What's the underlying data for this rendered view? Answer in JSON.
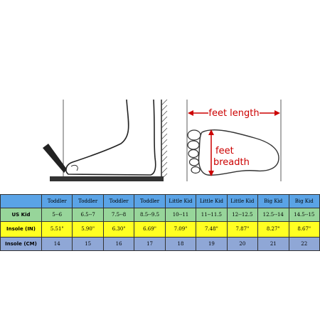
{
  "diagram": {
    "feet_length_label": "feet length",
    "feet_breadth_label_line1": "feet",
    "feet_breadth_label_line2": "breadth",
    "accent_color": "#cc0000"
  },
  "table": {
    "header": [
      "",
      "Toddler",
      "Toddler",
      "Toddler",
      "Toddler",
      "Little Kid",
      "Little Kid",
      "Little Kid",
      "Big Kid",
      "Big Kid"
    ],
    "rows": [
      {
        "label": "US Kid",
        "cells": [
          "5--6",
          "6.5--7",
          "7.5--8",
          "8.5--9.5",
          "10--11",
          "11--11.5",
          "12--12.5",
          "12.5--14",
          "14.5--15"
        ],
        "color": "#97d59a"
      },
      {
        "label": "Insole (IN)",
        "cells": [
          "5.51\"",
          "5.90\"",
          "6.30\"",
          "6.69\"",
          "7.09\"",
          "7.48\"",
          "7.87\"",
          "8.27\"",
          "8.67\""
        ],
        "color": "#ffff22"
      },
      {
        "label": "Insole (CM)",
        "cells": [
          "14",
          "15",
          "16",
          "17",
          "18",
          "19",
          "20",
          "21",
          "22"
        ],
        "color": "#8fa7d6"
      }
    ],
    "header_color": "#5aa3e6"
  }
}
